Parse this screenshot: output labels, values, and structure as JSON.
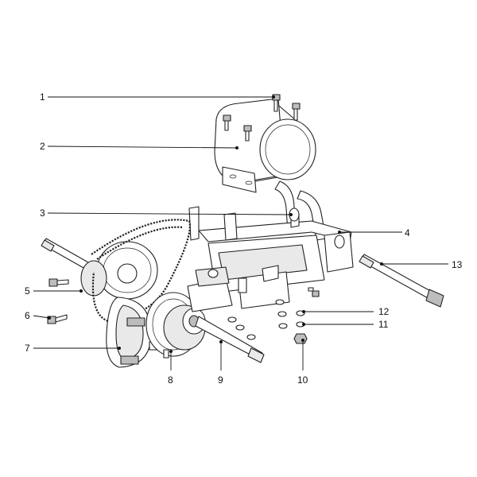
{
  "callouts": [
    {
      "id": "1",
      "label": "1"
    },
    {
      "id": "2",
      "label": "2"
    },
    {
      "id": "3",
      "label": "3"
    },
    {
      "id": "4",
      "label": "4"
    },
    {
      "id": "5",
      "label": "5"
    },
    {
      "id": "6",
      "label": "6"
    },
    {
      "id": "7",
      "label": "7"
    },
    {
      "id": "8",
      "label": "8"
    },
    {
      "id": "9",
      "label": "9"
    },
    {
      "id": "10",
      "label": "10"
    },
    {
      "id": "11",
      "label": "11"
    },
    {
      "id": "12",
      "label": "12"
    },
    {
      "id": "13",
      "label": "13"
    }
  ],
  "colors": {
    "line": "#111111",
    "background": "#ffffff",
    "shade": "#e9e9e9"
  }
}
